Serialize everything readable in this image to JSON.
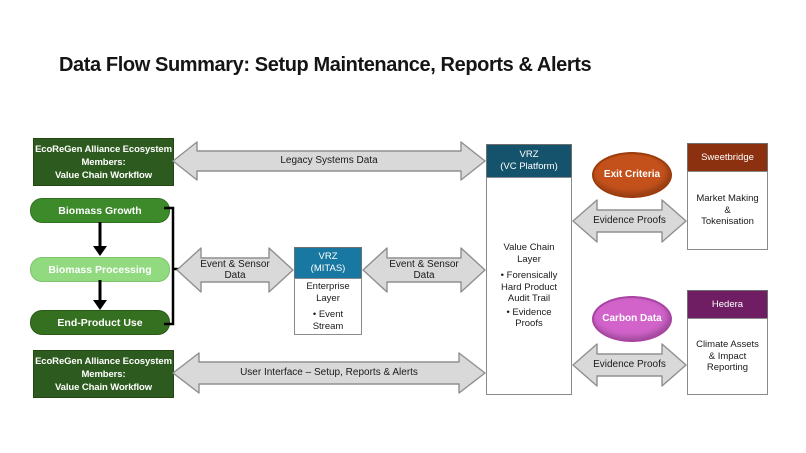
{
  "title": "Data Flow Summary: Setup Maintenance, Reports & Alerts",
  "nodes": {
    "eco_top": {
      "lines": [
        "EcoReGen Alliance Ecosystem",
        "Members:",
        "Value Chain Workflow"
      ]
    },
    "eco_bottom": {
      "lines": [
        "EcoReGen Alliance Ecosystem",
        "Members:",
        "Value Chain Workflow"
      ]
    },
    "biomass_growth": "Biomass Growth",
    "biomass_processing": "Biomass Processing",
    "end_product_use": "End-Product Use",
    "vrz_mitas": {
      "header": [
        "VRZ",
        "(MITAS)"
      ],
      "body_title": "Enterprise Layer",
      "bullets": [
        "• Event Stream"
      ]
    },
    "vrz_vc": {
      "header": [
        "VRZ",
        "(VC Platform)"
      ],
      "body_title": "Value Chain Layer",
      "bullets": [
        "• Forensically Hard Product Audit Trail",
        "• Evidence Proofs"
      ]
    },
    "exit_criteria": "Exit Criteria",
    "carbon_data": "Carbon Data",
    "sweetbridge": {
      "header": "Sweetbridge",
      "lines": [
        "Market Making",
        "&",
        "Tokenisation"
      ]
    },
    "hedera": {
      "header": "Hedera",
      "lines": [
        "Climate Assets",
        "& Impact",
        "Reporting"
      ]
    }
  },
  "arrows": {
    "legacy": "Legacy Systems Data",
    "event_sensor_left": "Event & Sensor Data",
    "event_sensor_right": "Event & Sensor Data",
    "user_interface": "User Interface – Setup, Reports & Alerts",
    "evidence_top": "Evidence Proofs",
    "evidence_bottom": "Evidence Proofs"
  },
  "colors": {
    "eco_box_green": "#2d5a1e",
    "biomass_growth_green": "#3c8a2a",
    "biomass_processing_green": "#92da80",
    "end_product_green": "#356f20",
    "mitas_header_teal": "#1878a2",
    "vc_header_teal": "#15536c",
    "sweetbridge_header_rust": "#8b3110",
    "hedera_header_purple": "#701e63",
    "exit_criteria_orange": "#c4511b",
    "carbon_data_magenta": "#d263cb",
    "arrow_fill_gray": "#d9d9d9",
    "arrow_border_gray": "#8f8f8f"
  }
}
